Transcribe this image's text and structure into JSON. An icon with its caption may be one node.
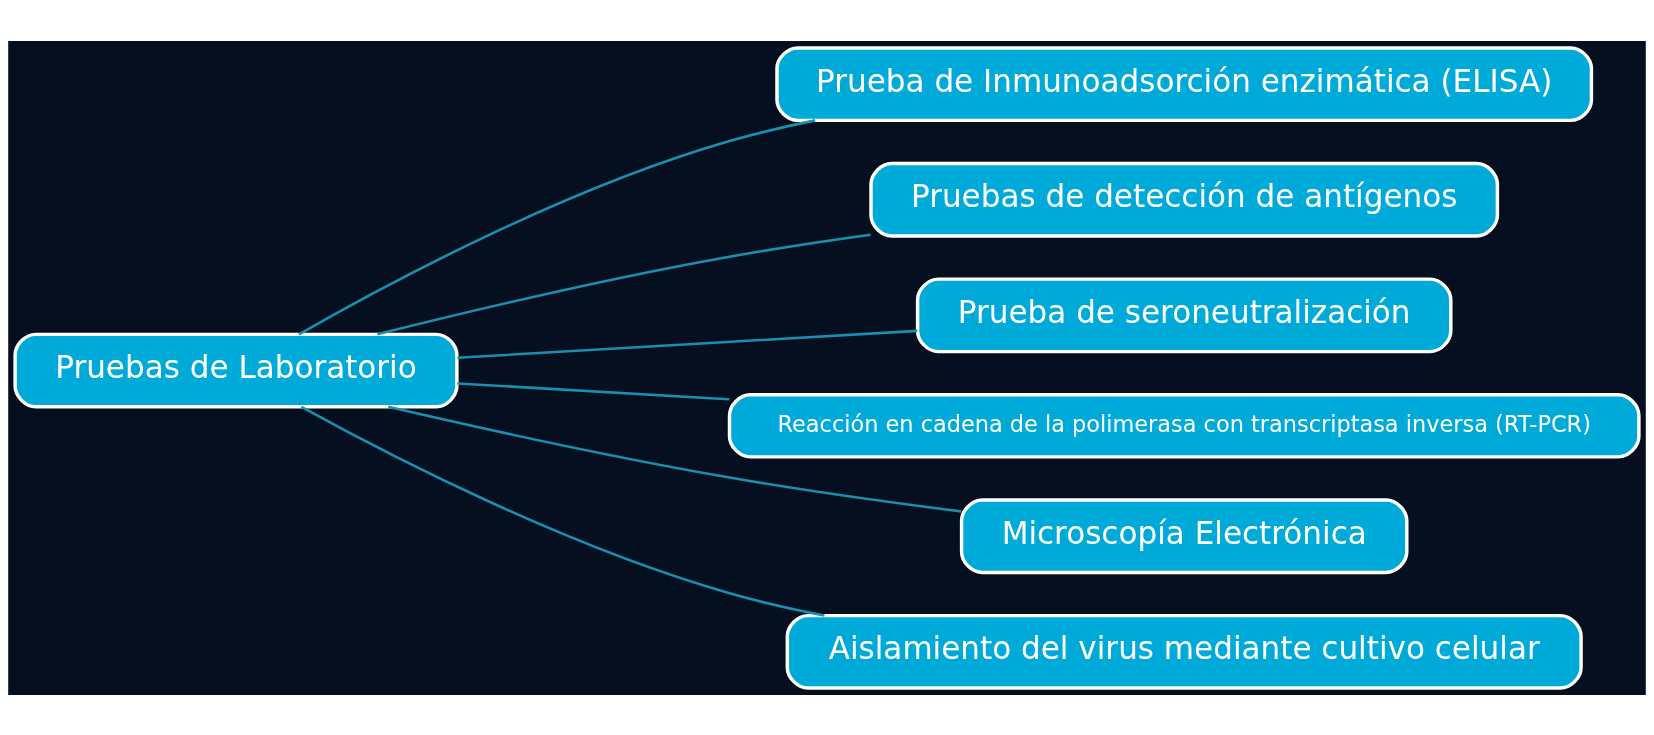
{
  "diagram": {
    "nodes": [
      {
        "text": [
          "Pruebas de Laboratorio"
        ]
      },
      {
        "text": [
          "Prueba de Inmunoadsorción enzimática (ELISA)"
        ]
      },
      {
        "text": [
          "Pruebas de detección de antígenos"
        ]
      },
      {
        "text": [
          "Prueba de seroneutralización"
        ]
      },
      {
        "text": [
          "Reacción en cadena de la polimerasa con transcriptasa inversa (RT-PCR)"
        ]
      },
      {
        "text": [
          "Microscopía Electrónica"
        ]
      },
      {
        "text": [
          "Aislamiento del virus mediante cultivo celular"
        ]
      }
    ],
    "edges": [
      {
        "from": 0,
        "to": 1,
        "arrow": "none"
      },
      {
        "from": 0,
        "to": 2,
        "arrow": "none"
      },
      {
        "from": 0,
        "to": 3,
        "arrow": "none"
      },
      {
        "from": 0,
        "to": 4,
        "arrow": "none"
      },
      {
        "from": 0,
        "to": 5,
        "arrow": "none"
      },
      {
        "from": 0,
        "to": 6,
        "arrow": "none"
      }
    ]
  }
}
